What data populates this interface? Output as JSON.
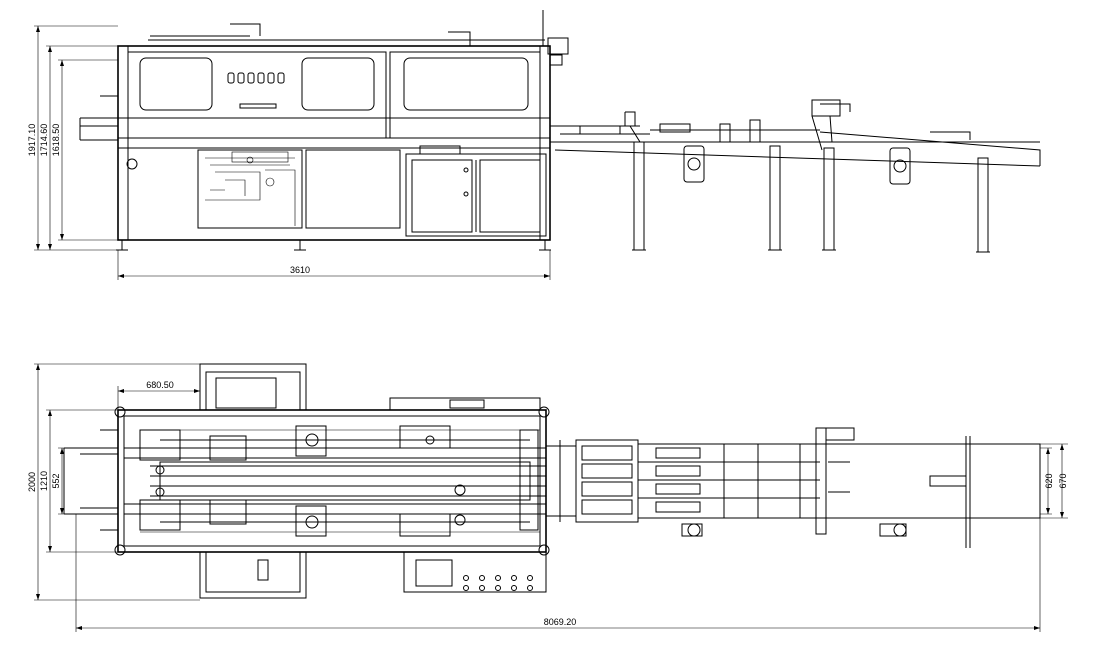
{
  "drawing": {
    "views": [
      "elevation",
      "plan"
    ],
    "dimensions": {
      "overall_height": "1917.10",
      "frame_height": "1714.60",
      "inner_height": "1618.50",
      "machine_length": "3610",
      "infeed_offset": "680.50",
      "overall_width": "2000",
      "frame_width": "1210",
      "channel_width": "552",
      "conveyor_inner": "620",
      "conveyor_outer": "670",
      "overall_length": "8069.20"
    }
  }
}
